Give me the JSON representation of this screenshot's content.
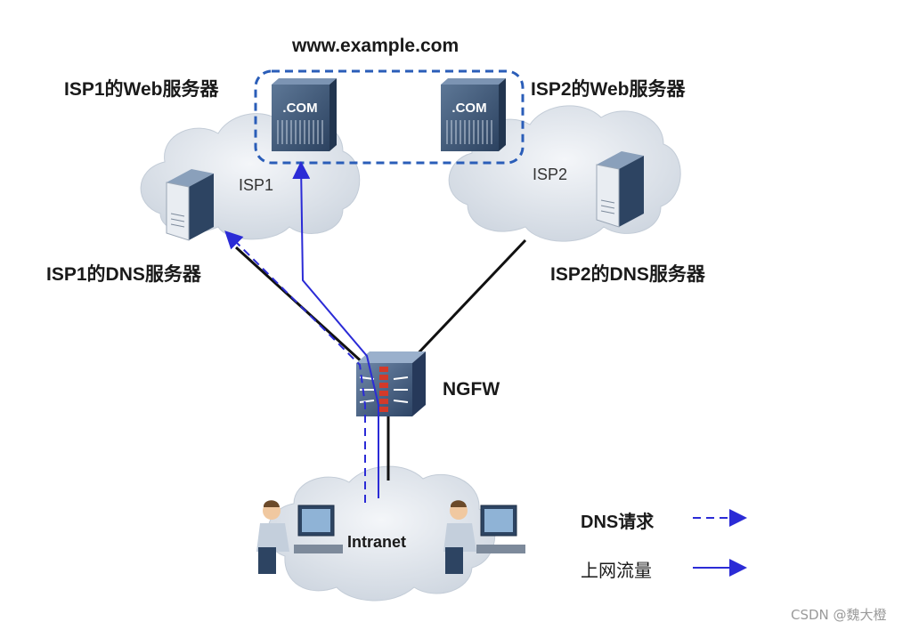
{
  "title": "www.example.com",
  "nodes": {
    "isp1_web": "ISP1的Web服务器",
    "isp2_web": "ISP2的Web服务器",
    "isp1_dns": "ISP1的DNS服务器",
    "isp2_dns": "ISP2的DNS服务器",
    "ngfw": "NGFW",
    "isp1_cloud": "ISP1",
    "isp2_cloud": "ISP2",
    "intranet": "Intranet",
    "server_badge": ".COM"
  },
  "legend": {
    "dns_request": "DNS请求",
    "web_traffic": "上网流量"
  },
  "watermark": "CSDN @魏大橙",
  "colors": {
    "cloud": "#dde3ea",
    "flow": "#2b2bd6",
    "link": "#111111",
    "server": "#3b5370"
  }
}
